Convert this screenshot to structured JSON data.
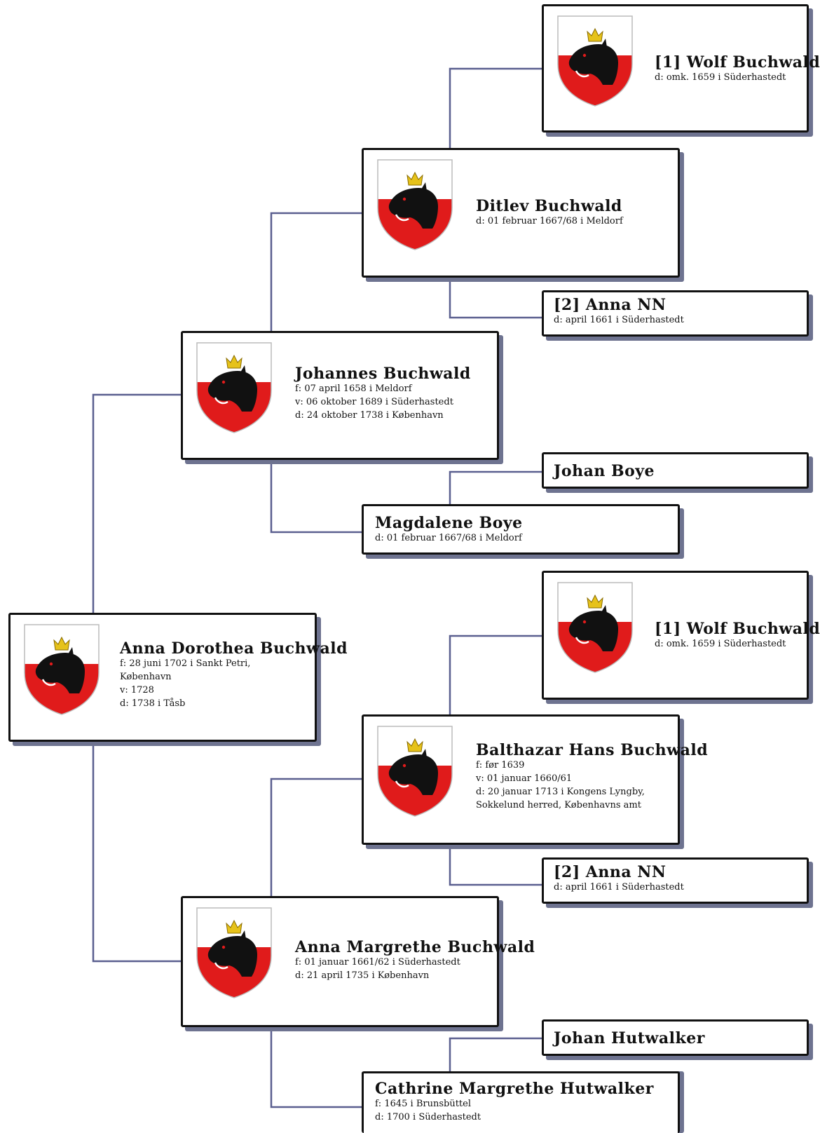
{
  "people": {
    "root": {
      "name": "Anna Dorothea Buchwald",
      "lines": [
        "f: 28 juni 1702 i Sankt Petri,",
        "København",
        "v: 1728",
        "d: 1738 i Tåsb"
      ]
    },
    "father": {
      "name": "Johannes Buchwald",
      "lines": [
        "f: 07 april 1658 i Meldorf",
        "v: 06 oktober 1689 i Süderhastedt",
        "d: 24 oktober 1738 i København"
      ]
    },
    "ff": {
      "name": "Ditlev Buchwald",
      "lines": [
        "d: 01 februar 1667/68 i Meldorf"
      ]
    },
    "fff": {
      "name": "[1] Wolf Buchwald",
      "lines": [
        "d: omk. 1659 i Süderhastedt"
      ]
    },
    "ffm": {
      "name": "[2] Anna NN",
      "lines": [
        "d: april 1661 i Süderhastedt"
      ]
    },
    "fm": {
      "name": "Magdalene Boye",
      "lines": [
        "d: 01 februar 1667/68 i Meldorf"
      ]
    },
    "fmf": {
      "name": "Johan Boye",
      "lines": []
    },
    "mother": {
      "name": "Anna Margrethe Buchwald",
      "lines": [
        "f: 01 januar 1661/62 i Süderhastedt",
        "d: 21 april 1735 i København"
      ]
    },
    "mf": {
      "name": "Balthazar Hans Buchwald",
      "lines": [
        "f: før 1639",
        "v: 01 januar 1660/61",
        "d: 20 januar 1713 i Kongens Lyngby,",
        "Sokkelund herred, Københavns amt"
      ]
    },
    "mff": {
      "name": "[1] Wolf Buchwald",
      "lines": [
        "d: omk. 1659 i Süderhastedt"
      ]
    },
    "mfm": {
      "name": "[2] Anna NN",
      "lines": [
        "d: april 1661 i Süderhastedt"
      ]
    },
    "mm": {
      "name": "Cathrine Margrethe Hutwalker",
      "lines": [
        "f: 1645 i Brunsbüttel",
        "d: 1700 i Süderhastedt"
      ]
    },
    "mmf": {
      "name": "Johan Hutwalker",
      "lines": []
    }
  },
  "colors": {
    "connector": "#5a5f8f",
    "shadow": "#6e7390",
    "shield_red": "#e01b1b",
    "shield_white": "#ffffff",
    "crown": "#e6c21a",
    "boar": "#111111"
  },
  "icons": {
    "coat_of_arms": "boar-crown-shield-icon"
  }
}
